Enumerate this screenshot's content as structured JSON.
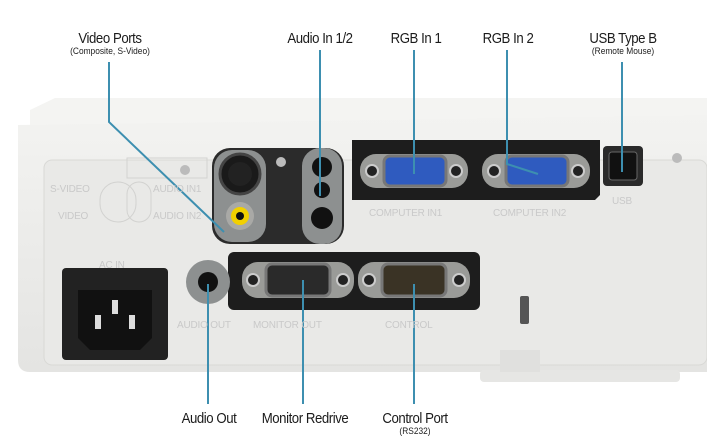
{
  "diagram": {
    "subject": "Projector rear panel connectors",
    "callouts_top": [
      {
        "id": "video-ports",
        "label": "Video Ports",
        "sublabel": "(Composite, S-Video)"
      },
      {
        "id": "audio-in",
        "label": "Audio In 1/2",
        "sublabel": ""
      },
      {
        "id": "rgb-in-1",
        "label": "RGB In 1",
        "sublabel": ""
      },
      {
        "id": "rgb-in-2",
        "label": "RGB In 2",
        "sublabel": ""
      },
      {
        "id": "usb-type-b",
        "label": "USB Type B",
        "sublabel": "(Remote Mouse)"
      }
    ],
    "callouts_bottom": [
      {
        "id": "audio-out",
        "label": "Audio Out",
        "sublabel": ""
      },
      {
        "id": "monitor-redrive",
        "label": "Monitor Redrive",
        "sublabel": ""
      },
      {
        "id": "control-port",
        "label": "Control Port",
        "sublabel": "(RS232)"
      }
    ],
    "panel_stamps": {
      "s_video": "S-VIDEO",
      "video": "VIDEO",
      "audio_in1": "AUDIO IN1",
      "audio_in2": "AUDIO IN2",
      "computer_in1": "COMPUTER IN1",
      "computer_in2": "COMPUTER IN2",
      "usb": "USB",
      "ac_in": "AC IN",
      "audio_out": "AUDIO OUT",
      "monitor_out": "MONITOR OUT",
      "control": "CONTROL"
    },
    "colors": {
      "leader_line": "#3d8fb0",
      "vga_blue": "#2f5bbf",
      "rca_yellow": "#f2d000",
      "chassis": "#ececea",
      "port_panel": "#1f1f1f"
    }
  }
}
